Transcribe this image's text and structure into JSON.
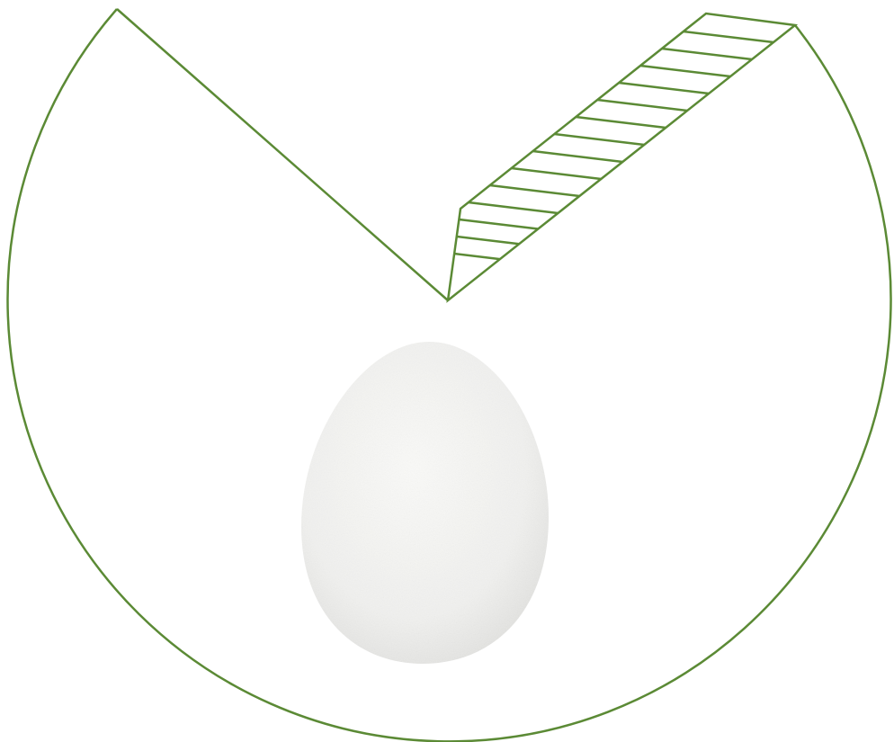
{
  "colors": {
    "outline": "#5b8a35",
    "hatch": "#5b8a35",
    "background": "#ffffff",
    "egg_fill": "#f4f4f2",
    "egg_shadow": "#dedede"
  },
  "figure": {
    "shapes": [
      "open-circle-outline",
      "hatched-wedge",
      "egg"
    ]
  }
}
